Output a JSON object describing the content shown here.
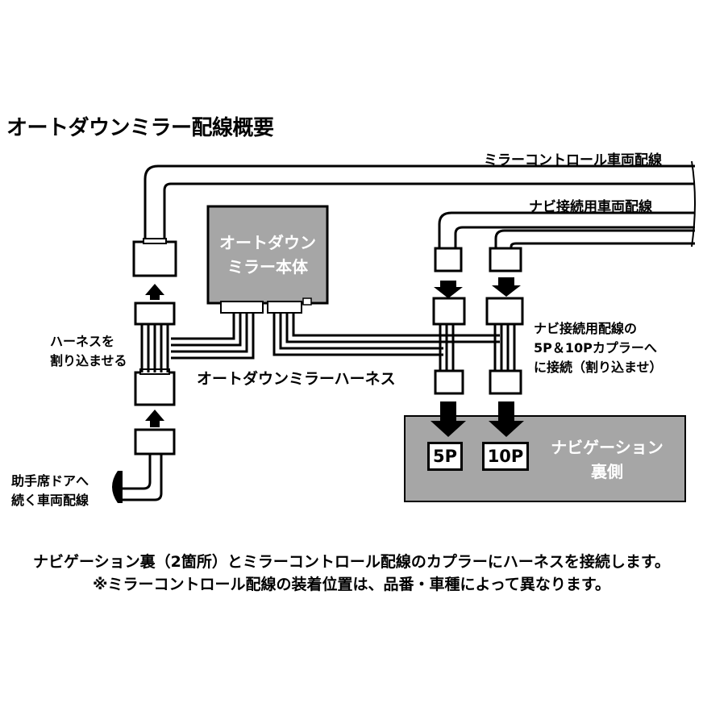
{
  "title": "オートダウンミラー配線概要",
  "labels": {
    "mirror_control_wiring": "ミラーコントロール車両配線",
    "navi_wiring": "ナビ接続用車両配線",
    "harness_insert": [
      "ハーネスを",
      "割り込ませる"
    ],
    "passenger_door": [
      "助手席ドアへ",
      "続く車両配線"
    ],
    "harness_name": "オートダウンミラーハーネス",
    "navi_coupler_note": [
      "ナビ接続用配線の",
      "5P＆10Pカプラーへ",
      "に接続（割り込ませ）"
    ]
  },
  "main_unit": {
    "lines": [
      "オートダウン",
      "ミラー本体"
    ]
  },
  "navigation": {
    "lines": [
      "ナビゲーション",
      "裏側"
    ],
    "port_5p": "5P",
    "port_10p": "10P"
  },
  "footer": {
    "line1": "ナビゲーション裏（2箇所）とミラーコントロール配線のカプラーにハーネスを接続します。",
    "line2": "※ミラーコントロール配線の装着位置は、品番・車種によって異なります。"
  },
  "colors": {
    "unit_fill": "#a6a6a6",
    "nav_fill": "#a6a6a6",
    "wire": "#000000"
  }
}
